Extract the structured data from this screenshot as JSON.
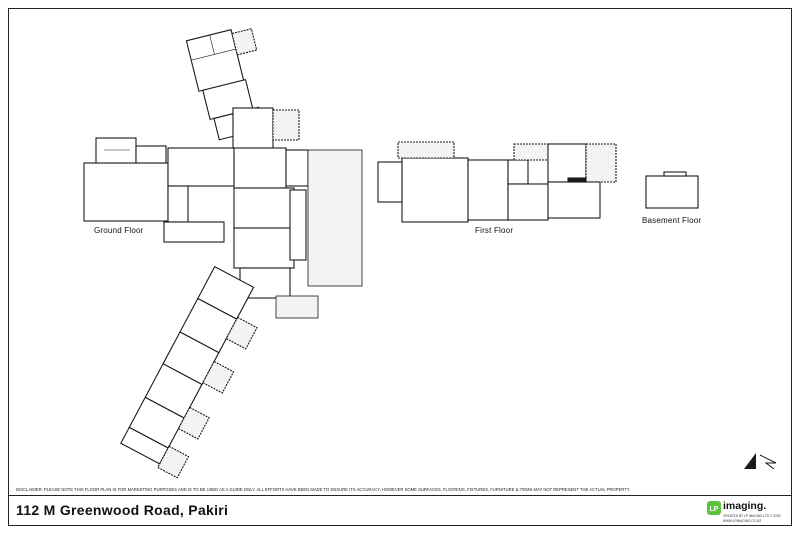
{
  "floors": {
    "ground": "Ground Floor",
    "first": "First Floor",
    "basement": "Basement Floor"
  },
  "disclaimer": "DISCLAIMER: PLEASE NOTE THIS FLOOR PLAN IS FOR MARKETING PURPOSES AND IS TO BE USED AS A GUIDE ONLY. ALL EFFORTS HAVE BEEN MADE TO ENSURE ITS ACCURACY, HOWEVER SOME SURFACES, FLOORING, FIXTURES, FURNITURE & ITEMS MAY NOT REPRESENT THE ACTUAL PROPERTY.",
  "address": "112 M Greenwood Road, Pakiri",
  "brand": {
    "name": "imaging.",
    "mark": "LP",
    "line1": "CREATED BY LP IMAGING LTD © 2025",
    "line2": "WWW.LPIMAGING.CO.NZ"
  },
  "colors": {
    "brand_green": "#5cc23a",
    "wall": "#1a1a1a",
    "fill": "#ffffff",
    "deck": "#f3f3f3"
  },
  "icons": {
    "north": "north-arrow-icon"
  }
}
